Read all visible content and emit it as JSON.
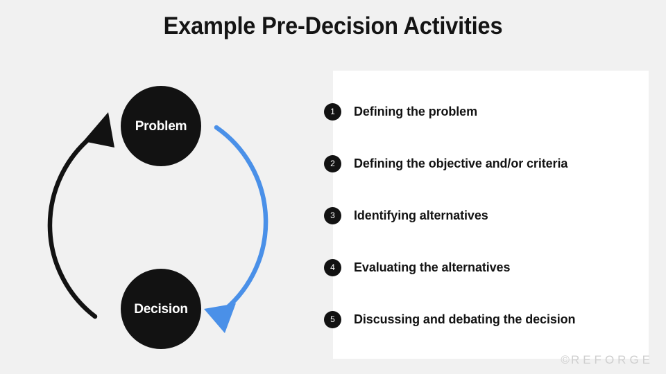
{
  "slide": {
    "title": "Example Pre-Decision Activities",
    "background_color": "#f1f1f1"
  },
  "cycle_diagram": {
    "nodes": [
      {
        "id": "problem",
        "label": "Problem",
        "color": "#121212",
        "text_color": "#ffffff"
      },
      {
        "id": "decision",
        "label": "Decision",
        "color": "#121212",
        "text_color": "#ffffff"
      }
    ],
    "arrows": [
      {
        "id": "decision-to-problem",
        "from": "Decision",
        "to": "Problem",
        "side": "left",
        "direction": "counter-clockwise",
        "color": "#121212"
      },
      {
        "id": "problem-to-decision",
        "from": "Problem",
        "to": "Decision",
        "side": "right",
        "direction": "clockwise",
        "color": "#4a90e8"
      }
    ]
  },
  "activities_panel": {
    "background_color": "#ffffff",
    "items": [
      {
        "number": "1",
        "label": "Defining the problem"
      },
      {
        "number": "2",
        "label": "Defining the objective and/or criteria"
      },
      {
        "number": "3",
        "label": "Identifying alternatives"
      },
      {
        "number": "4",
        "label": "Evaluating the alternatives"
      },
      {
        "number": "5",
        "label": "Discussing and debating the decision"
      }
    ]
  },
  "watermark": {
    "symbol": "©",
    "text": "REFORGE",
    "color": "#cfcfcf"
  }
}
